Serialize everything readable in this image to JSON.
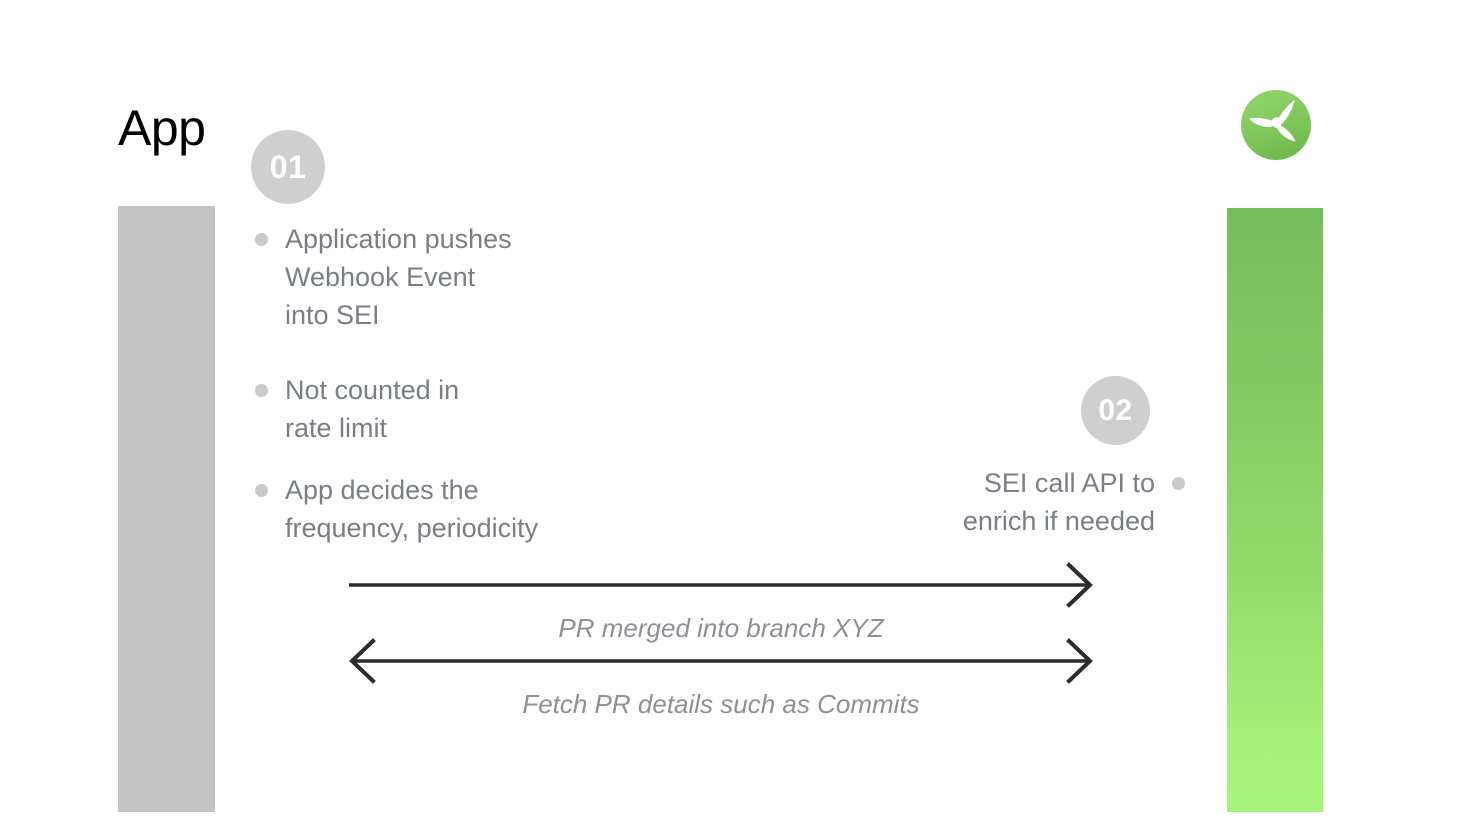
{
  "slide": {
    "title": "App",
    "background_color": "#ffffff"
  },
  "logo": {
    "name": "propeller-logo",
    "circle_color_top": "#8ccf63",
    "circle_color_bottom": "#79c152",
    "blade_color": "#ffffff"
  },
  "lanes": [
    {
      "name": "app-lane",
      "color": "#c3c3c3"
    },
    {
      "name": "sei-lane",
      "gradient_top": "#76bd5d",
      "gradient_bottom": "#a8f47b"
    }
  ],
  "steps": [
    {
      "number": "01",
      "side": "left",
      "badge_color": "#cfcfcf",
      "bullets": [
        "Application pushes\nWebhook Event\ninto SEI",
        "Not counted in\nrate limit",
        "App decides the\nfrequency, periodicity"
      ]
    },
    {
      "number": "02",
      "side": "right",
      "badge_color": "#cfcfcf",
      "bullets": [
        "SEI call API to\nenrich if needed"
      ]
    }
  ],
  "arrows": [
    {
      "name": "pr-merged-arrow",
      "label": "PR merged into branch XYZ",
      "direction": "right",
      "color": "#2c2c2c"
    },
    {
      "name": "fetch-pr-arrow",
      "label": "Fetch PR details such as Commits",
      "direction": "both",
      "color": "#2c2c2c"
    }
  ],
  "text_color": "#7a7f85",
  "label_color": "#8d9196"
}
